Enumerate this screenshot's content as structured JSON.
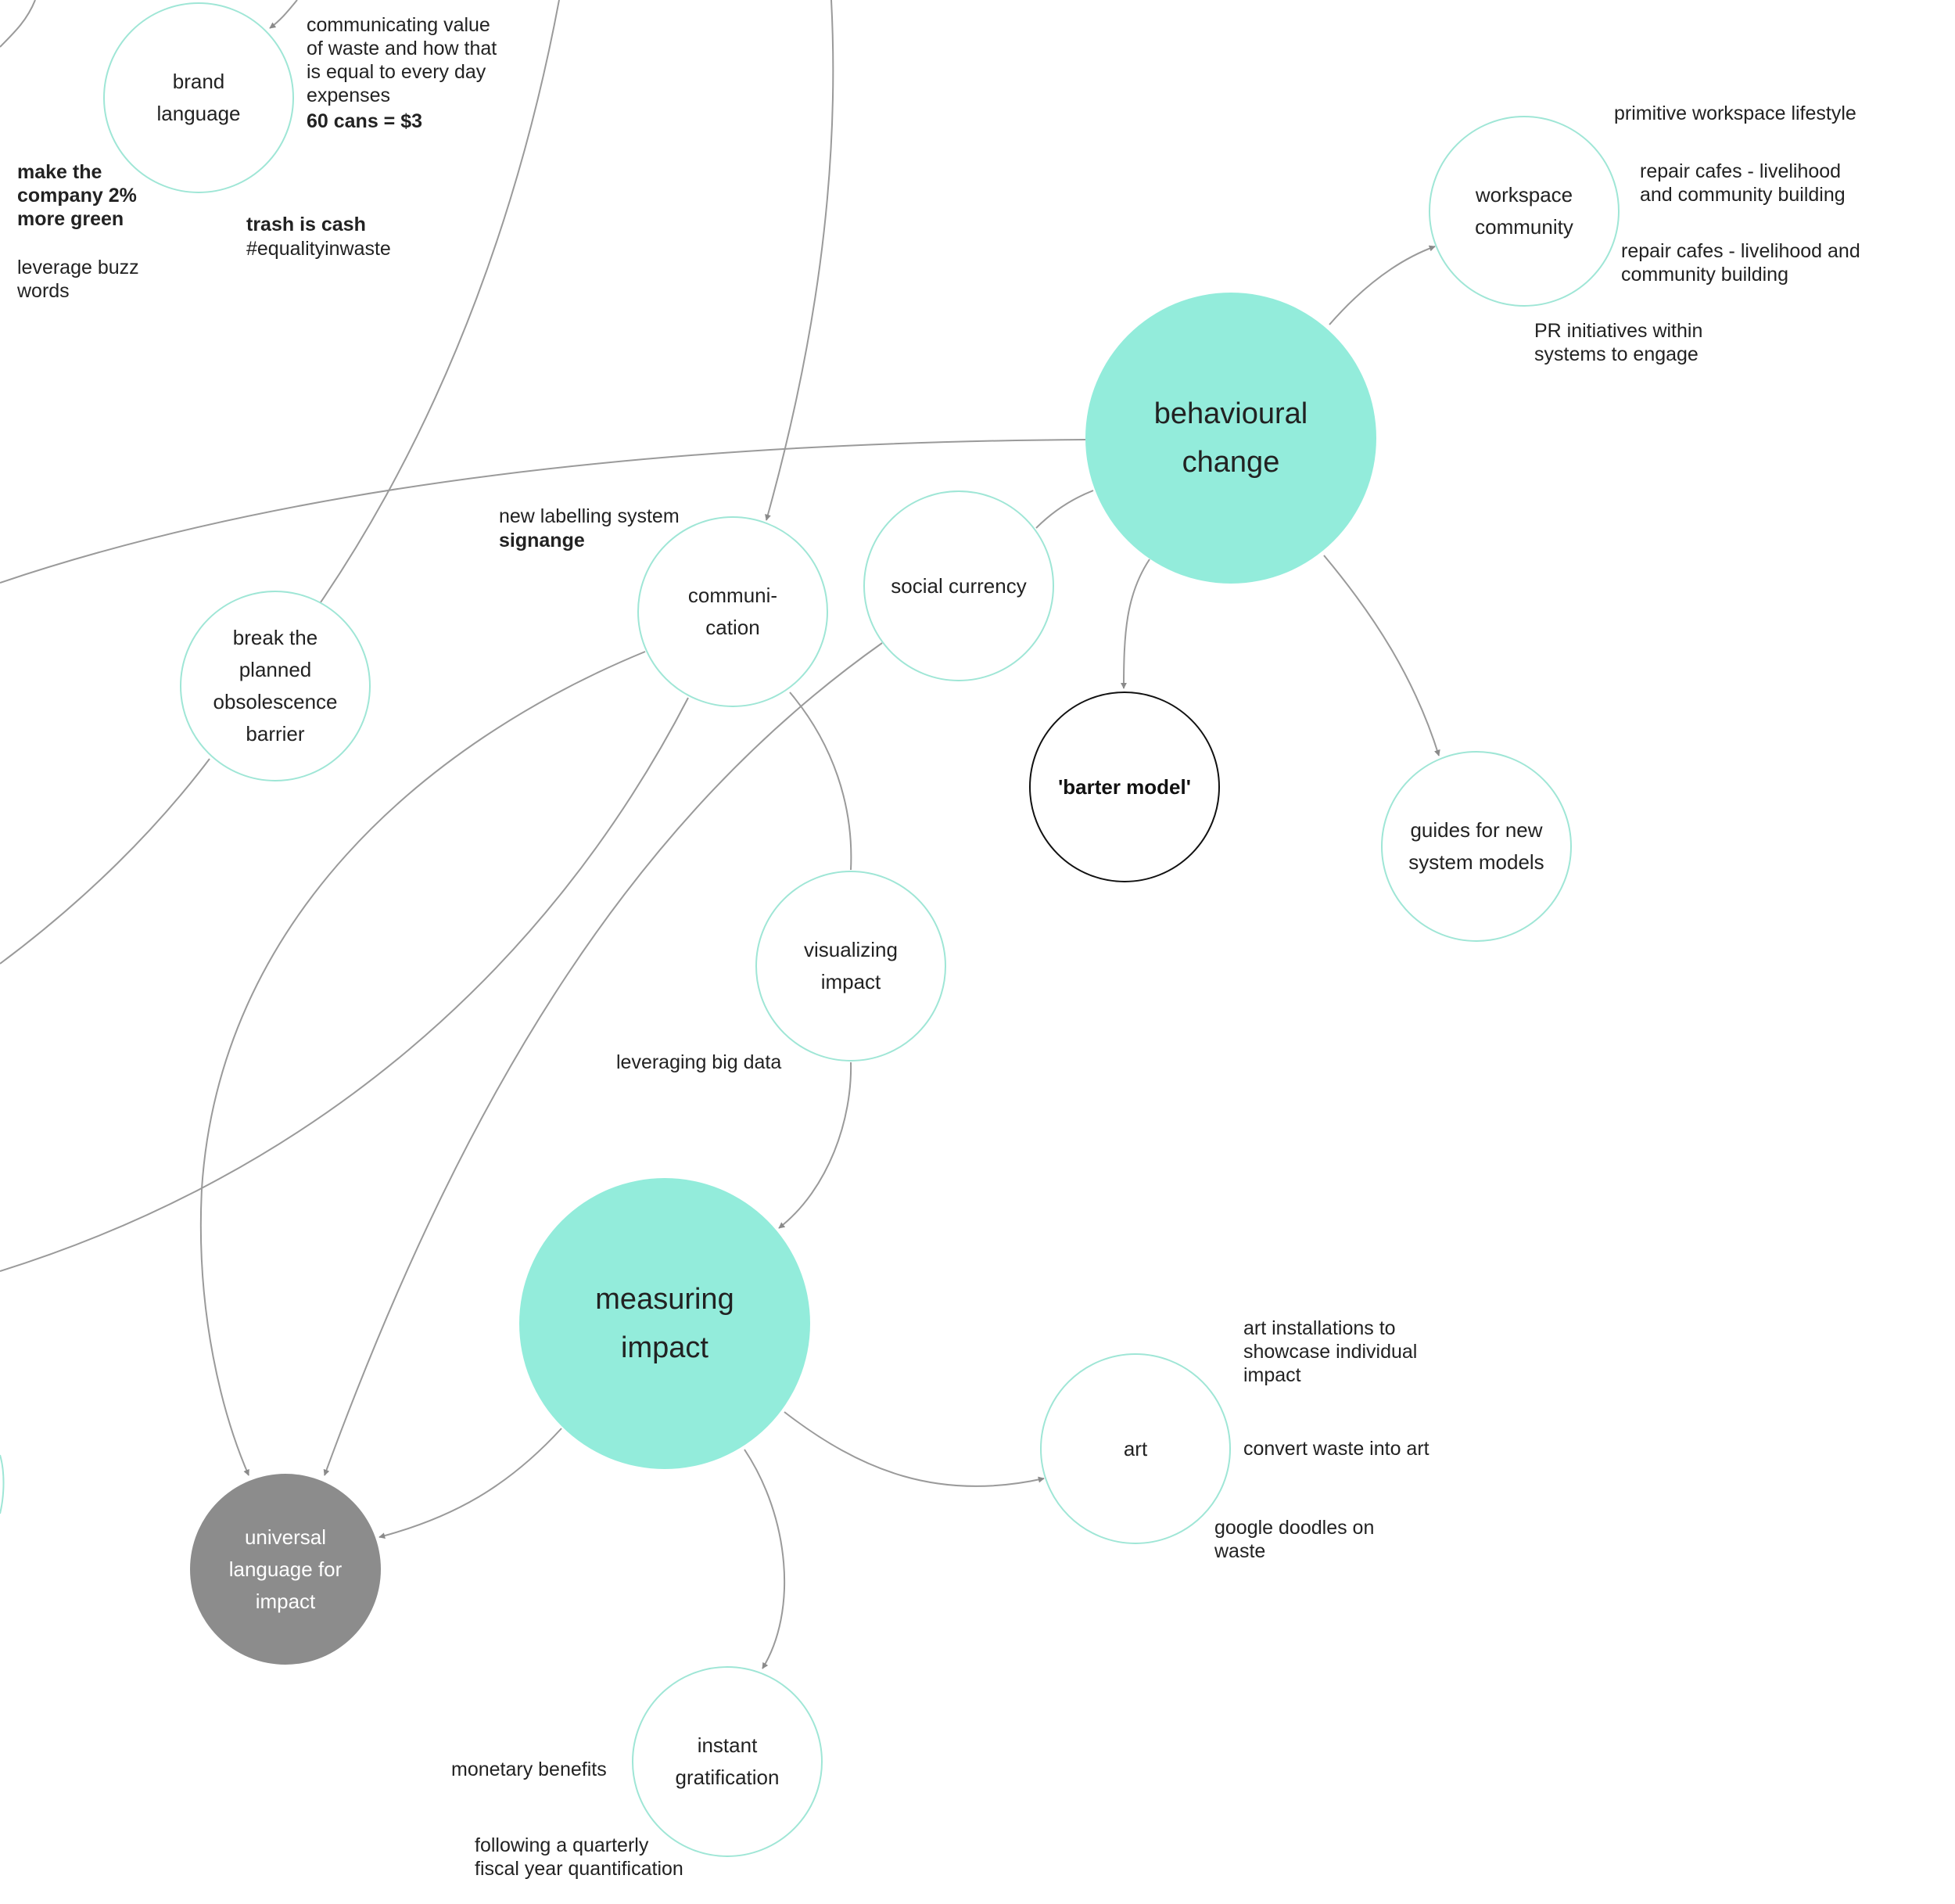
{
  "colors": {
    "accent": "#93ecdb",
    "accent_border": "#9fe6d6",
    "gray_node": "#8c8c8c",
    "link": "#8a8a8a"
  },
  "nodes": {
    "brand_language": "brand\nlanguage",
    "workspace_community": "workspace\ncommunity",
    "behavioural_change": "behavioural\nchange",
    "communication": "communi-\ncation",
    "social_currency": "social currency",
    "break_barrier": "break the\nplanned\nobsolescence\nbarrier",
    "barter_model": "'barter model'",
    "guides": "guides for new\nsystem models",
    "visualizing_impact": "visualizing\nimpact",
    "measuring_impact": "measuring\nimpact",
    "art": "art",
    "universal_language": "universal\nlanguage for\nimpact",
    "instant_gratification": "instant\ngratification"
  },
  "notes": {
    "communicating_value": "communicating value\nof waste and how that\nis equal to every day\nexpenses",
    "sixty_cans": "60 cans = $3",
    "make_company_green": "make the\ncompany 2%\nmore green",
    "leverage_buzz": "leverage buzz\nwords",
    "trash_is_cash": "trash is cash",
    "equality_hashtag": "#equalityinwaste",
    "primitive_workspace": "primitive workspace lifestyle",
    "repair_cafes_1": "repair cafes - livelihood\nand community building",
    "repair_cafes_2": "repair cafes - livelihood and\ncommunity building",
    "pr_initiatives": "PR initiatives within\nsystems to engage",
    "new_labelling": "new labelling system",
    "signange": "signange",
    "leveraging_big_data": "leveraging big data",
    "art_installations": "art installations to\nshowcase individual\nimpact",
    "convert_waste": "convert waste into art",
    "google_doodles": "google doodles on\nwaste",
    "monetary_benefits": "monetary benefits",
    "quarterly_fiscal": "following a quarterly\nfiscal year quantification"
  }
}
